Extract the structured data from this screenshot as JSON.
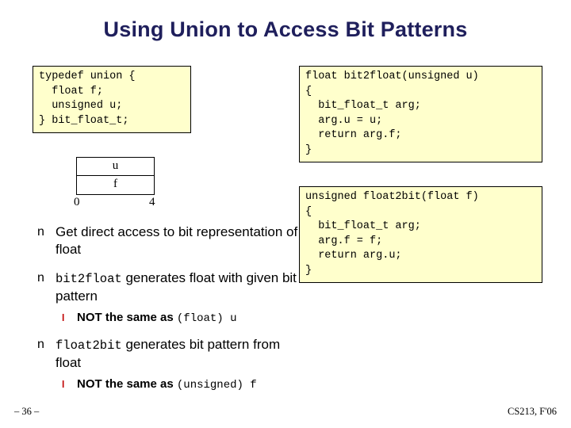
{
  "slide": {
    "title": "Using Union to Access Bit Patterns",
    "code_blocks": {
      "union_decl": "typedef union {\n  float f;\n  unsigned u;\n} bit_float_t;",
      "bit2float": "float bit2float(unsigned u)\n{\n  bit_float_t arg;\n  arg.u = u;\n  return arg.f;\n}",
      "float2bit": "unsigned float2bit(float f)\n{\n  bit_float_t arg;\n  arg.f = f;\n  return arg.u;\n}"
    },
    "diagram": {
      "top_label": "u",
      "bottom_label": "f",
      "tick_left": "0",
      "tick_right": "4"
    },
    "bullets": [
      {
        "marker": "n",
        "text_parts": [
          {
            "text": "Get direct access to bit representation of float",
            "style": "plain"
          }
        ]
      },
      {
        "marker": "n",
        "text_parts": [
          {
            "text": "bit2float",
            "style": "mono"
          },
          {
            "text": " generates float with given bit pattern",
            "style": "plain"
          }
        ],
        "sub": {
          "marker": "l",
          "parts": [
            {
              "text": "NOT the same as ",
              "style": "plain"
            },
            {
              "text": "(float) u",
              "style": "mono"
            }
          ]
        }
      },
      {
        "marker": "n",
        "text_parts": [
          {
            "text": "float2bit",
            "style": "mono"
          },
          {
            "text": " generates bit pattern from float",
            "style": "plain"
          }
        ],
        "sub": {
          "marker": "l",
          "parts": [
            {
              "text": "NOT the same as ",
              "style": "plain"
            },
            {
              "text": "(unsigned) f",
              "style": "mono"
            }
          ]
        }
      }
    ],
    "bullet_texts": {
      "b1_line": "Get direct access to bit representation of float",
      "b2_mono": "bit2float",
      "b2_rest": " generates float with given bit pattern",
      "b2_sub_plain": "NOT the same as ",
      "b2_sub_mono": "(float) u",
      "b3_mono": "float2bit",
      "b3_rest": " generates bit pattern from float",
      "b3_sub_plain": "NOT the same as ",
      "b3_sub_mono": "(unsigned) f",
      "bullet_marker": "n",
      "sub_marker": "l"
    },
    "footer": {
      "left": "– 36 –",
      "right": "CS213, F'06"
    },
    "colors": {
      "title": "#1f1f5c",
      "code_bg": "#ffffcc",
      "code_border": "#000000",
      "sub_marker": "#c00000"
    }
  }
}
